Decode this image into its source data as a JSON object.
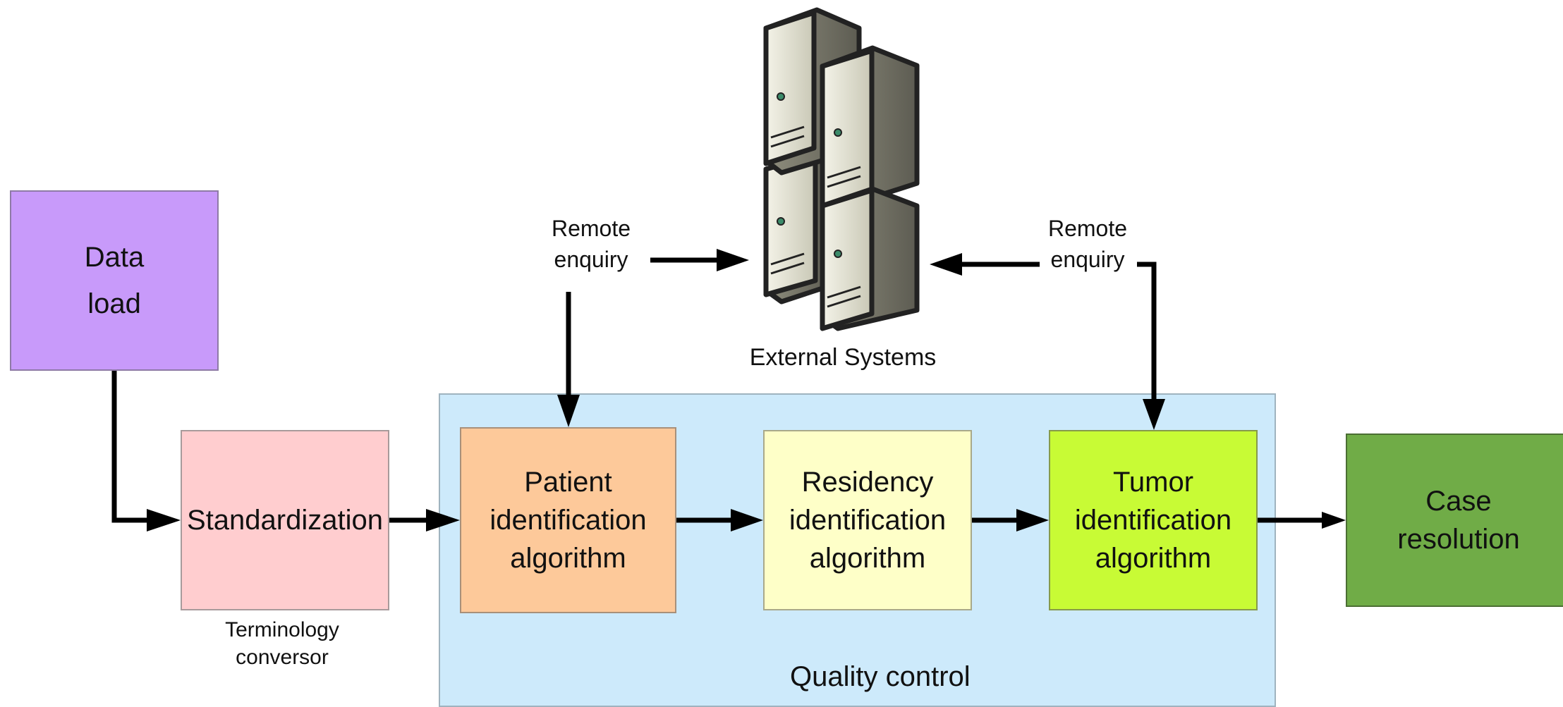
{
  "nodes": {
    "data_load": {
      "line1": "Data",
      "line2": "load"
    },
    "standardization": {
      "label": "Standardization",
      "sub_line1": "Terminology",
      "sub_line2": "conversor"
    },
    "patient": {
      "line1": "Patient",
      "line2": "identification",
      "line3": "algorithm"
    },
    "residency": {
      "line1": "Residency",
      "line2": "identification",
      "line3": "algorithm"
    },
    "tumor": {
      "line1": "Tumor",
      "line2": "identification",
      "line3": "algorithm"
    },
    "case_resolution": {
      "line1": "Case",
      "line2": "resolution"
    }
  },
  "quality_control": {
    "label": "Quality control"
  },
  "external_systems": {
    "label": "External Systems",
    "icon": "server-cluster-icon"
  },
  "remote_enquiry_left": {
    "line1": "Remote",
    "line2": "enquiry"
  },
  "remote_enquiry_right": {
    "line1": "Remote",
    "line2": "enquiry"
  },
  "colors": {
    "data_load": "#c89afa",
    "standardization": "#ffcdcf",
    "patient": "#fdc99a",
    "residency": "#feffc8",
    "tumor": "#c8fb35",
    "case_resolution": "#70ac47",
    "quality_control": "#cdeafb"
  }
}
